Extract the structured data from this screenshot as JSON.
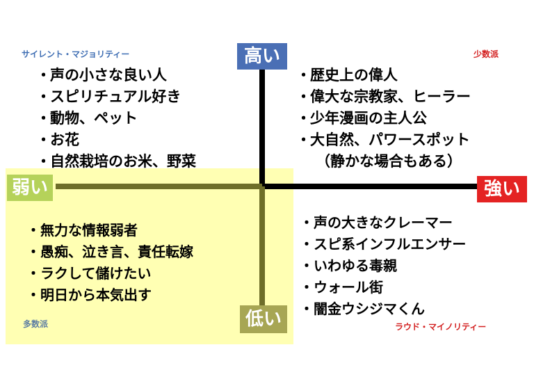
{
  "axes": {
    "top_label": "高い",
    "bottom_label": "低い",
    "left_label": "弱い",
    "right_label": "強い"
  },
  "quadrants": {
    "top_left": {
      "title": "サイレント・マジョリティー",
      "items": [
        "声の小さな良い人",
        "スピリチュアル好き",
        "動物、ペット",
        "お花",
        "自然栽培のお米、野菜"
      ]
    },
    "top_right": {
      "title": "少数派",
      "items": [
        "歴史上の偉人",
        "偉大な宗教家、ヒーラー",
        "少年漫画の主人公",
        "大自然、パワースポット"
      ],
      "note": "（静かな場合もある）"
    },
    "bottom_left": {
      "title": "多数派",
      "items": [
        "無力な情報弱者",
        "愚痴、泣き言、責任転嫁",
        "ラクして儲けたい",
        "明日から本気出す"
      ]
    },
    "bottom_right": {
      "title": "ラウド・マイノリティー",
      "items": [
        "声の大きなクレーマー",
        "スピ系インフルエンサー",
        "いわゆる毒親",
        "ウォール街",
        "闇金ウシジマくん"
      ]
    }
  },
  "bullet": "・",
  "colors": {
    "high": "#4a6fb5",
    "low": "#a7a654",
    "weak": "#b5d25a",
    "strong": "#e42323",
    "weak_zone": "#ffffb3"
  }
}
